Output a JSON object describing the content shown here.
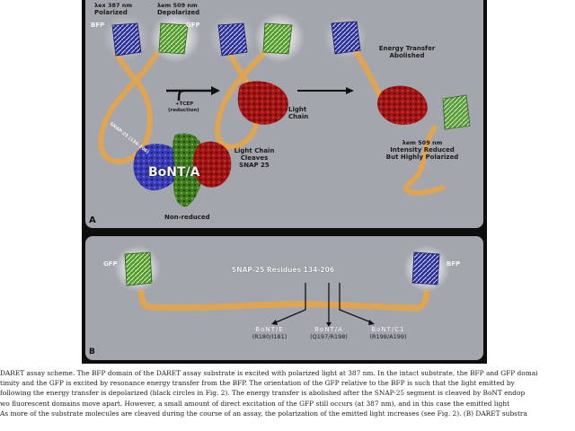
{
  "figure": {
    "panel_a": {
      "letter": "A",
      "excitation_label": "λex 387 nm",
      "excitation_state": "Polarized",
      "emission_label": "λem 509 nm",
      "emission_state": "Depolarized",
      "bfp_label": "BFP",
      "gfp_label": "GFP",
      "snap_label": "SNAP-25 (134-206)",
      "reduction_label_1": "+TCEP",
      "reduction_label_2": "(reduction)",
      "light_chain_label_1": "Light",
      "light_chain_label_2": "Chain",
      "cleaves_label_1": "Light Chain",
      "cleaves_label_2": "Cleaves",
      "cleaves_label_3": "SNAP 25",
      "transfer_label_1": "Energy Transfer",
      "transfer_label_2": "Abolished",
      "emission_after_1": "λem 509 nm",
      "emission_after_2": "Intensity Reduced",
      "emission_after_3": "But Highly Polarized",
      "toxin_label": "BoNT/A",
      "toxin_state": "Non-reduced"
    },
    "panel_b": {
      "letter": "B",
      "gfp_label": "GFP",
      "bfp_label": "BFP",
      "residues_label": "SNAP-25 Residues 134-206",
      "cleavage_sites": [
        {
          "toxin": "BoNT/E",
          "site": "(R180/I181)"
        },
        {
          "toxin": "BoNT/A",
          "site": "(Q197/R198)"
        },
        {
          "toxin": "BoNT/C1",
          "site": "(R198/A199)"
        }
      ]
    },
    "colors": {
      "panel_bg": "#a3a6ad",
      "frame": "#0d0d0d",
      "bfp": "#2b2f9c",
      "gfp": "#4f9a2c",
      "light_chain": "#a31616",
      "substrate": "#e6a548"
    }
  },
  "caption": {
    "lines": [
      "DARET assay scheme. The BFP domain of the DARET assay substrate is excited with polarized light at 387 nm. In the intact substrate, the BFP and GFP domai",
      "timity and the GFP is excited by resonance energy transfer from the BFP. The orientation of the GFP relative to the BFP is such that the light emitted by",
      "following the energy transfer is depolarized (black circles in Fig. 2). The energy transfer is abolished after the SNAP-25 segment is cleaved by BoNT endop",
      "wo fluorescent domains move apart. However, a small amount of direct excitation of the GFP still occurs (at 387 nm), and in this case the emitted light",
      " As more of the substrate molecules are cleaved during the course of an assay, the polarization of the emitted light increases (see Fig. 2). (B) DARET substra"
    ]
  }
}
